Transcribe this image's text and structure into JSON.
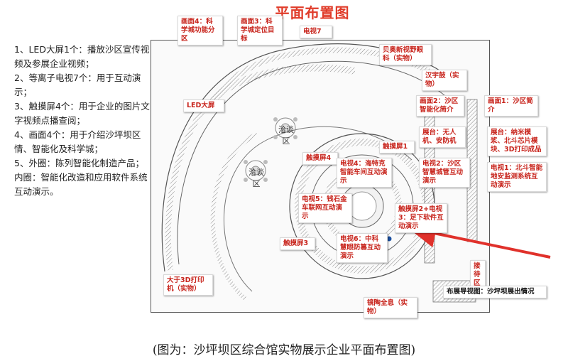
{
  "title": "平面布置图",
  "legend": [
    "1、LED大屏1个：播放沙区宣传视频及参展企业视频；",
    "2、等离子电视7个：用于互动演示；",
    "3、触摸屏4个：用于企业的图片文字视频点播查阅；",
    "4、画面4个：用于介绍沙坪坝区情、智能化及科学城；",
    "5、外圈：陈列智能化制造产品；",
    "内圈：智能化改造和应用软件系统互动演示。"
  ],
  "labels": {
    "huamian4": "画面4：科学城功能分区",
    "huamian3": "画面3：科学城定位目标",
    "dianshi7": "电视7",
    "beilaoxin": "贝奥新视野眼科（实物）",
    "hanyu": "汉宇鼓（实物）",
    "huamian2": "画面2：沙区智能化简介",
    "huamian1": "画面1：沙区简介",
    "led": "LED大屏",
    "zhanjia_a": "展台：无人机、安防机",
    "zhanjia_b": "展台：纳米模浆、北斗芯片模块、3D打印成品",
    "chumo1": "触摸屏1",
    "chumo4": "触摸屏4",
    "dianshi4": "电视4：海特克智能车间互动演示",
    "dianshi2": "电视2：沙区智慧城管互动演示",
    "dianshi1": "电视1：北斗智能地安监测系统互动演示",
    "dianshi5": "电视5：钱石金车联网互动演示",
    "dianshi23": "触摸屏2+电视3：足下软件互动演示",
    "dianshi6": "电视6：中科慧眼防篡互动演示",
    "chumo3": "触摸屏3",
    "daxiao3d": "大于3D打印机（实物）",
    "jiedai": "接待区",
    "quanjing": "镜陶全息（实物）",
    "buzhan": "布展导视图：沙坪坝展出情况"
  },
  "zones": {
    "qiatan_upper": "洽谈区",
    "qiatan_lower": "洽谈区"
  },
  "caption": "(图为：沙坪坝区综合馆实物展示企业平面布置图)",
  "colors": {
    "title": "#e03c2a",
    "label_text": "#c8251d",
    "arrow": "#e0312b"
  }
}
